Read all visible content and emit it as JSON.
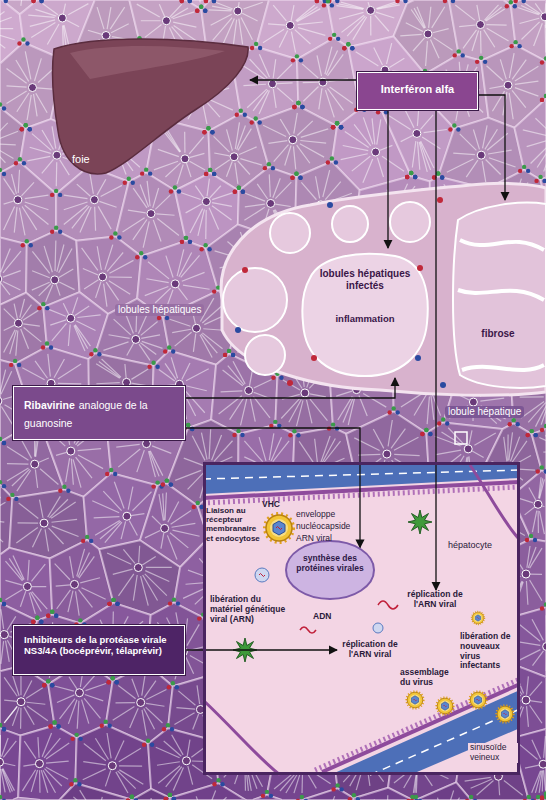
{
  "diagram": {
    "nodes": [
      {
        "text": [
          "Interféron alfa"
        ]
      },
      {
        "text": [
          "foie"
        ]
      },
      {
        "text": [
          "lobules hépatiques infectés",
          "inflammation"
        ]
      },
      {
        "text": [
          "fibrose"
        ]
      },
      {
        "text": [
          "Ribavirine",
          "analogue de la guanosine"
        ]
      },
      {
        "text": [
          "Inhibiteurs de la protéase virale NS3/4A (bocéprévir, télaprévir)"
        ]
      },
      {
        "text": [
          "hépatocyte"
        ]
      },
      {
        "text": [
          "synthèse des protéines virales"
        ],
        "in": 6
      },
      {
        "text": [
          "réplication de l'ARN viral"
        ],
        "in": 6
      },
      {
        "text": [
          "réplication de l'ARN viral"
        ],
        "in": 6
      }
    ],
    "edges": [
      {
        "from": 0,
        "to": 1,
        "arrow": "to"
      },
      {
        "from": 0,
        "to": 2,
        "arrow": "to"
      },
      {
        "from": 0,
        "to": 3,
        "arrow": "to"
      },
      {
        "from": 0,
        "to": 8,
        "arrow": "to"
      },
      {
        "from": 4,
        "to": 2,
        "arrow": "to"
      },
      {
        "from": 4,
        "to": 7,
        "arrow": "to"
      },
      {
        "from": 5,
        "to": 9,
        "arrow": "to"
      }
    ],
    "labels": [
      "lobules hépatiques",
      "lobule hépatique",
      "VHC",
      "enveloppe",
      "nucléocapside",
      "ARN viral",
      "Liaison au récepteur membranaire et endocytose",
      "libération du matériel génétique viral (ARN)",
      "ADN",
      "assemblage du virus",
      "libération de nouveaux virus infectants",
      "sinusoïde veineux"
    ]
  }
}
